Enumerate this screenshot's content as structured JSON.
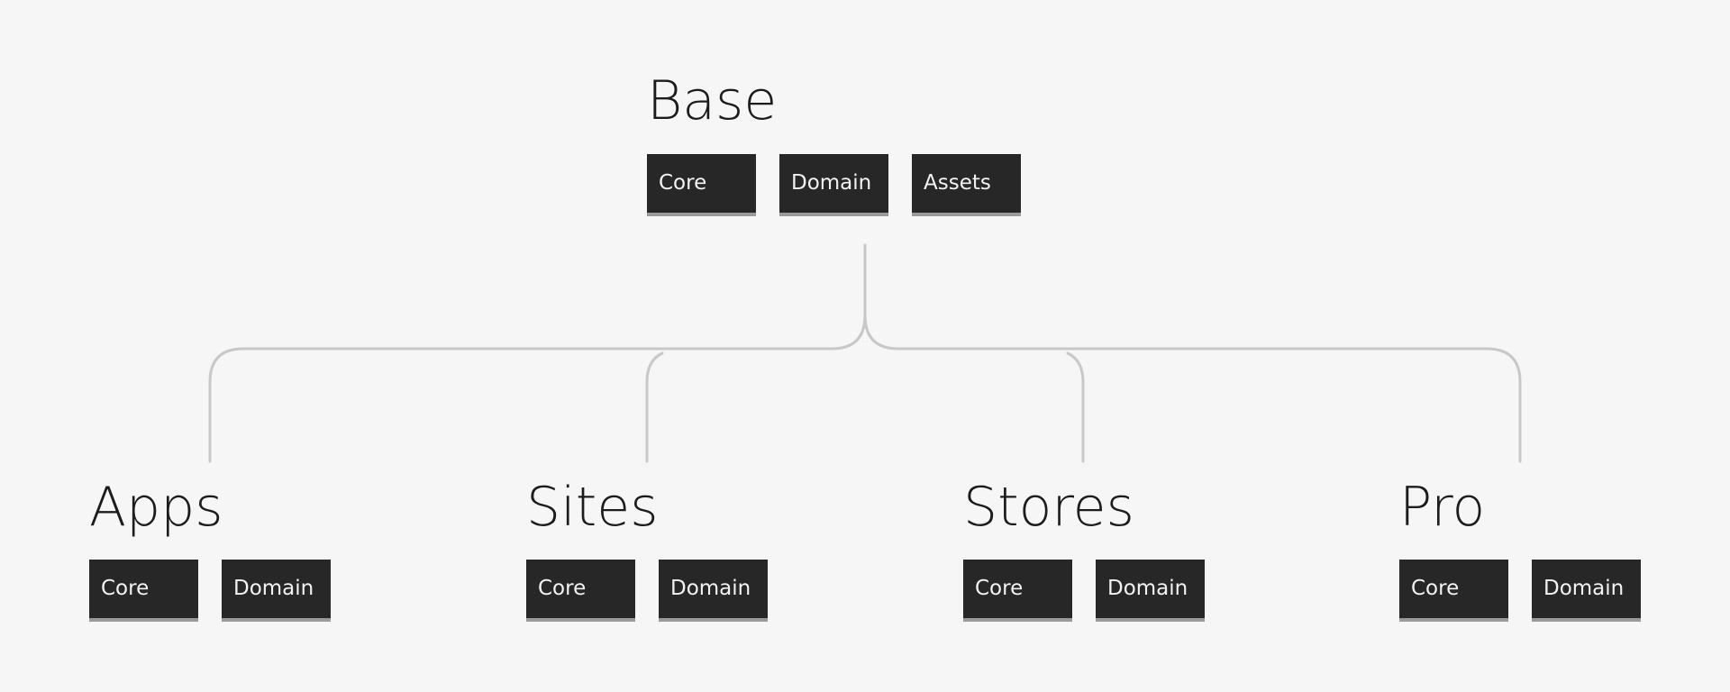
{
  "diagram": {
    "root": {
      "title": "Base",
      "modules": [
        "Core",
        "Domain",
        "Assets"
      ]
    },
    "children": [
      {
        "title": "Apps",
        "modules": [
          "Core",
          "Domain"
        ]
      },
      {
        "title": "Sites",
        "modules": [
          "Core",
          "Domain"
        ]
      },
      {
        "title": "Stores",
        "modules": [
          "Core",
          "Domain"
        ]
      },
      {
        "title": "Pro",
        "modules": [
          "Core",
          "Domain"
        ]
      }
    ],
    "colors": {
      "background": "#f6f6f6",
      "box_fill": "#272727",
      "box_underline": "#9a9a9a",
      "box_text": "#f2f2f2",
      "title_text": "#1c1c1c",
      "connector": "#c8c8c8"
    }
  }
}
